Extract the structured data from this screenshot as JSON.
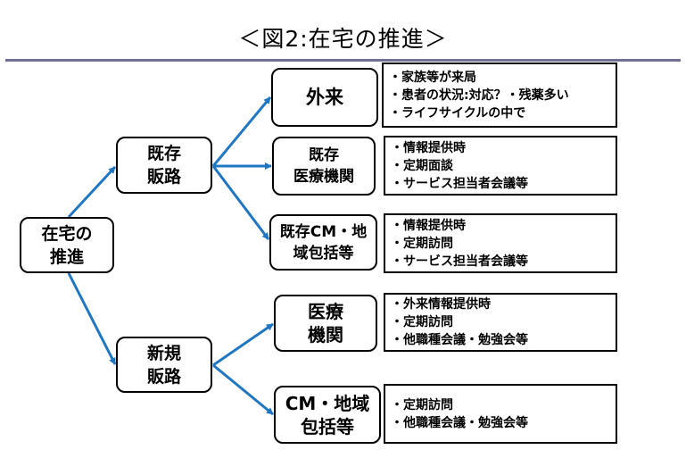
{
  "title": "＜図2:在宅の推進＞",
  "colors": {
    "rule": "#707099",
    "arrow": "#1f77c4"
  },
  "root": {
    "lines": [
      "在宅の",
      "推進"
    ]
  },
  "branches": [
    {
      "lines": [
        "既存",
        "販路"
      ]
    },
    {
      "lines": [
        "新規",
        "販路"
      ]
    }
  ],
  "targets": [
    {
      "lines": [
        "外来"
      ],
      "info": [
        "・家族等が来局",
        "・患者の状況:対応？・残薬多い",
        "・ライフサイクルの中で"
      ]
    },
    {
      "lines": [
        "既存",
        "医療機関"
      ],
      "info": [
        "・情報提供時",
        "・定期面談",
        "・サービス担当者会議等"
      ]
    },
    {
      "lines": [
        "既存CM・地",
        "域包括等"
      ],
      "info": [
        "・情報提供時",
        "・定期訪問",
        "・サービス担当者会議等"
      ]
    },
    {
      "lines": [
        "医療",
        "機関"
      ],
      "info": [
        "・外来情報提供時",
        "・定期訪問",
        "・他職種会議・勉強会等"
      ]
    },
    {
      "lines": [
        "CM・地域",
        "包括等"
      ],
      "info": [
        "・定期訪問",
        "・他職種会議・勉強会等"
      ]
    }
  ]
}
